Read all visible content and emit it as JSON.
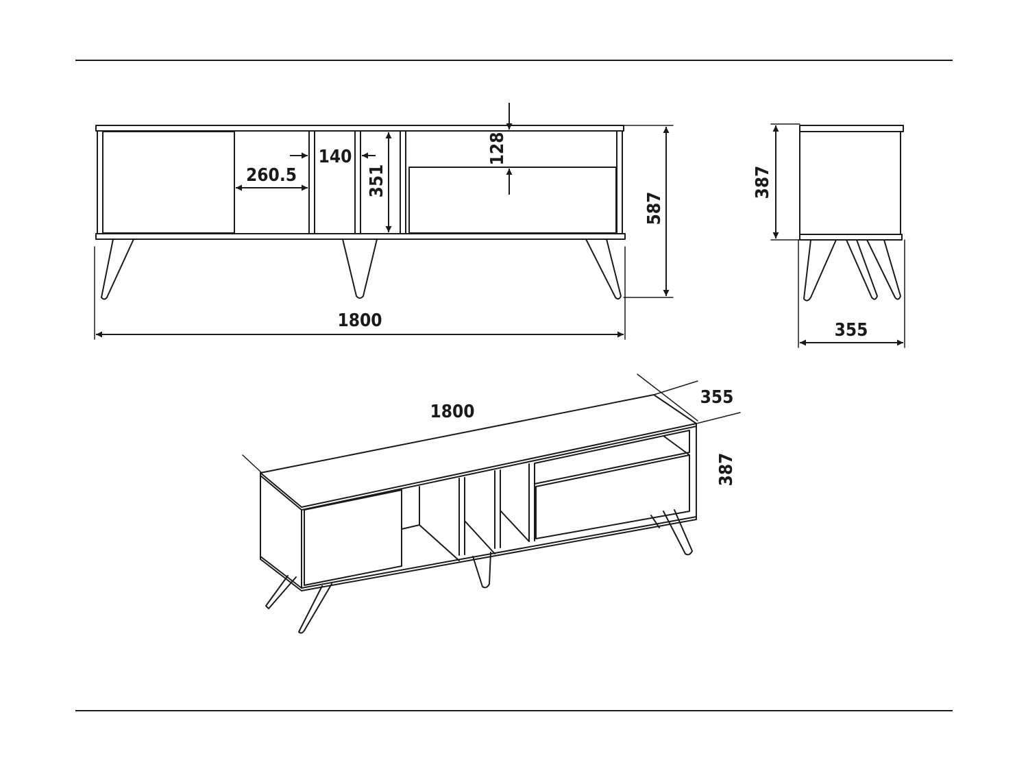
{
  "front_view": {
    "dim_total_width": "1800",
    "dim_total_height": "587",
    "dim_inner_height": "351",
    "dim_compartment_width": "260.5",
    "dim_divider_width": "140",
    "dim_drawer_gap": "128"
  },
  "side_view": {
    "dim_height": "387",
    "dim_depth": "355"
  },
  "iso_view": {
    "dim_width": "1800",
    "dim_depth": "355",
    "dim_height": "387"
  }
}
